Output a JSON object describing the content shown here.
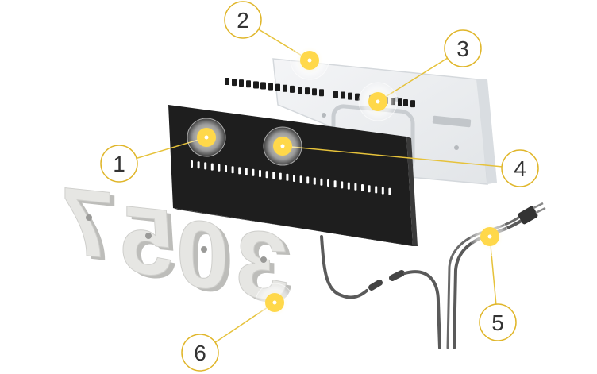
{
  "diagram": {
    "callouts": [
      {
        "number": "1"
      },
      {
        "number": "2"
      },
      {
        "number": "3"
      },
      {
        "number": "4"
      },
      {
        "number": "5"
      },
      {
        "number": "6"
      }
    ],
    "house_number_letters": [
      "3",
      "0",
      "5",
      "7"
    ],
    "colors": {
      "marker": "#FFD84A",
      "marker_halo": "#FFF1B0",
      "callout_ring": "#E0B62A",
      "leader_line": "#E6C23A",
      "panel": "#1E1E1E",
      "backplate": "#EEF0F2",
      "letters": "#E6E6E3",
      "cable": "#555555"
    }
  }
}
